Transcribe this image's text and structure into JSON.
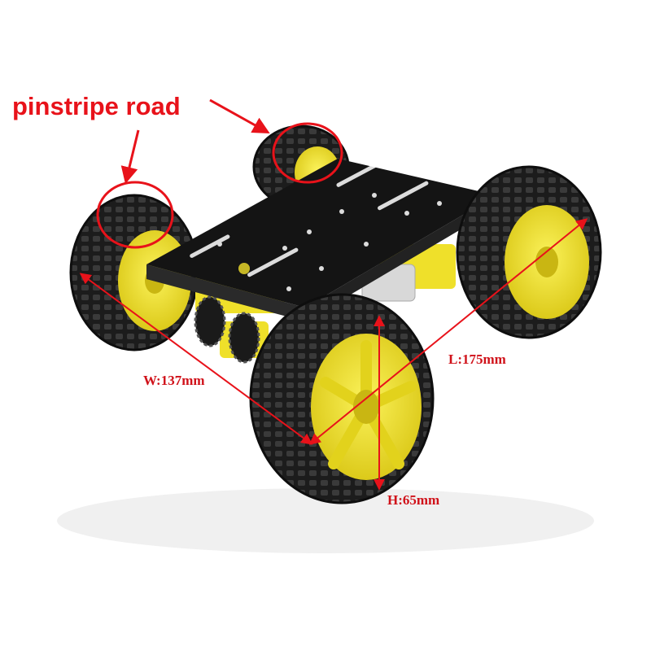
{
  "annotations": {
    "callout": "pinstripe road",
    "width": "W:137mm",
    "length": "L:175mm",
    "height": "H:65mm"
  },
  "colors": {
    "annotation_red": "#e8121a",
    "tire": "#1c1c1c",
    "rim": "#f2e62a",
    "plate": "#141414",
    "background": "#ffffff"
  },
  "subject": {
    "object": "4-wheel robot car chassis",
    "wheel_count": 4
  }
}
